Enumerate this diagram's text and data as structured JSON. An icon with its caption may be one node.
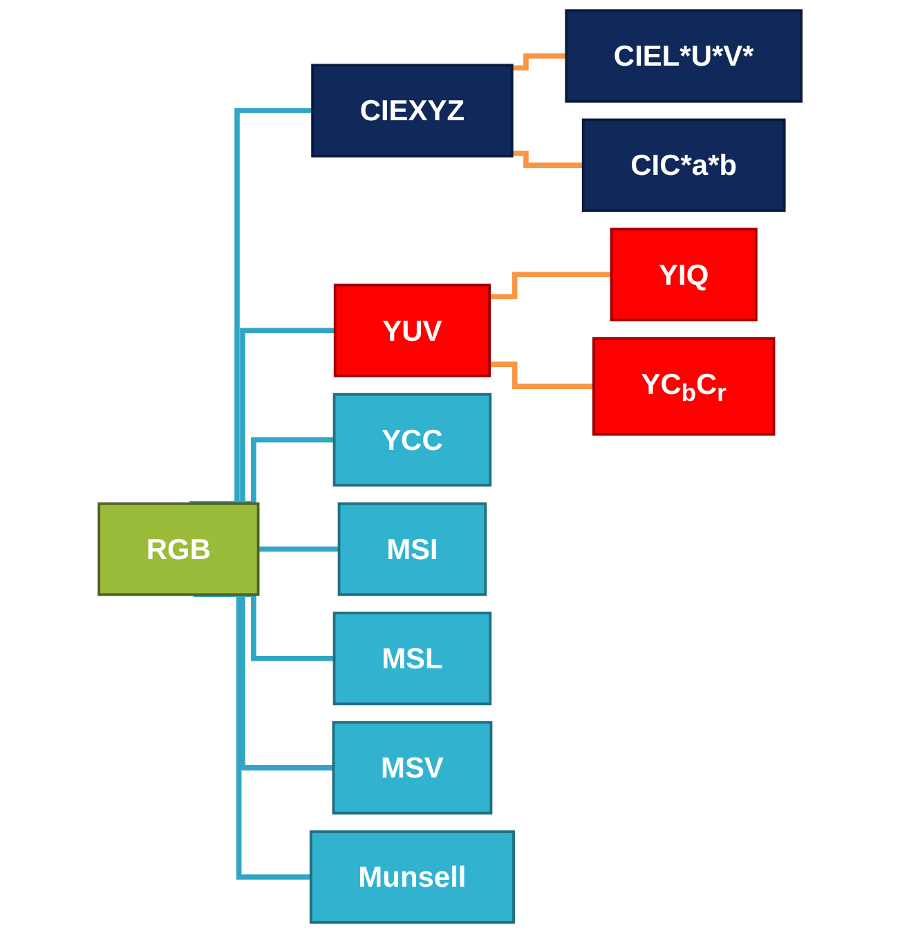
{
  "diagram": {
    "nodes": [
      {
        "text": [
          "RGB"
        ]
      },
      {
        "text": [
          "CIEXYZ"
        ]
      },
      {
        "text": [
          "CIEL*U*V*"
        ]
      },
      {
        "text": [
          "CIC*a*b"
        ]
      },
      {
        "text": [
          "YUV"
        ]
      },
      {
        "text": [
          "YIQ"
        ]
      },
      {
        "text": [
          "YC$_{b}$C$_{r}$"
        ]
      },
      {
        "text": [
          "YCC"
        ]
      },
      {
        "text": [
          "MSI"
        ]
      },
      {
        "text": [
          "MSL"
        ]
      },
      {
        "text": [
          "MSV"
        ]
      },
      {
        "text": [
          "Munsell"
        ]
      }
    ],
    "edges": [
      {
        "from": 0,
        "to": 1,
        "arrow": "none"
      },
      {
        "from": 0,
        "to": 4,
        "arrow": "none"
      },
      {
        "from": 0,
        "to": 7,
        "arrow": "none"
      },
      {
        "from": 0,
        "to": 8,
        "arrow": "none"
      },
      {
        "from": 0,
        "to": 9,
        "arrow": "none"
      },
      {
        "from": 0,
        "to": 10,
        "arrow": "none"
      },
      {
        "from": 0,
        "to": 11,
        "arrow": "none"
      },
      {
        "from": 1,
        "to": 2,
        "arrow": "none",
        "color": "#f79646"
      },
      {
        "from": 1,
        "to": 3,
        "arrow": "none",
        "color": "#f79646"
      },
      {
        "from": 4,
        "to": 5,
        "arrow": "none",
        "color": "#f79646"
      },
      {
        "from": 4,
        "to": 6,
        "arrow": "none",
        "color": "#f79646"
      }
    ]
  }
}
